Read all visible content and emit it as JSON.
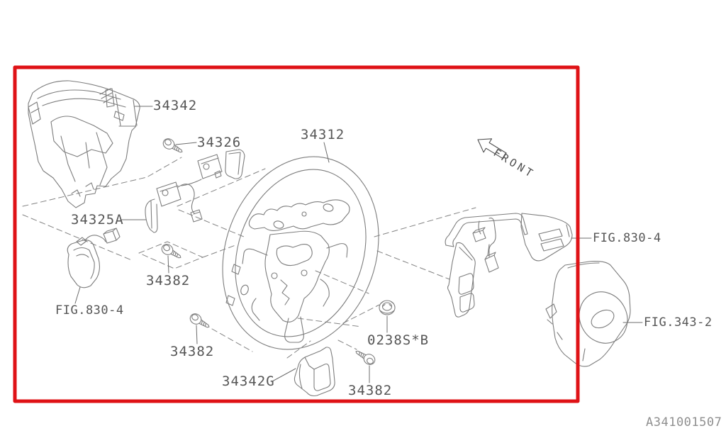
{
  "diagram": {
    "code": "A341001507",
    "front_label": "FRONT",
    "colors": {
      "highlight_border": "#df1216",
      "line_art": "#7d7d7d",
      "label_text": "#565656",
      "code_text": "#8f8f8f"
    },
    "labels": {
      "column_cover": "34342",
      "paddle_screw": "34326",
      "steering_wheel": "34312",
      "paddle_switch_set": "34325A",
      "fig_830_4_left": "FIG.830-4",
      "screw_a": "34382",
      "screw_b": "34382",
      "screw_c": "34382",
      "nut": "0238S*B",
      "lower_bezel_switch": "34342G",
      "fig_830_4_right": "FIG.830-4",
      "fig_343_2": "FIG.343-2"
    }
  }
}
